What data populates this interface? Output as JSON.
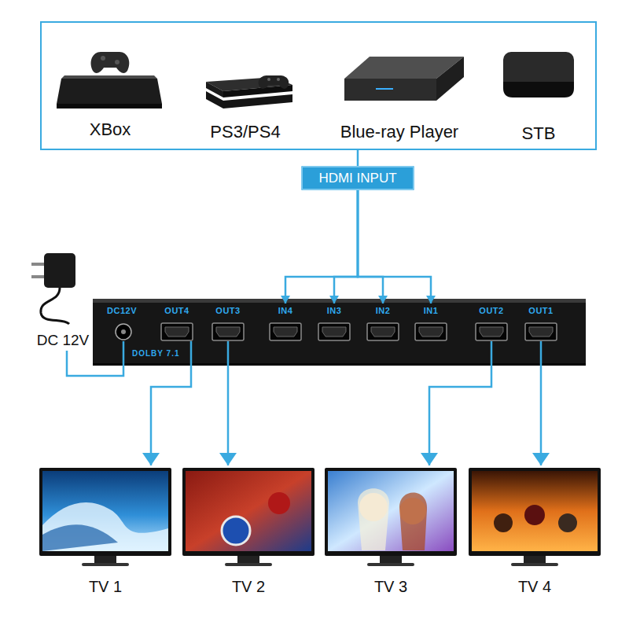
{
  "diagram": {
    "nodes": [
      {
        "text": [
          "HDMI INPUT"
        ]
      },
      {
        "text": [
          "DC 12V"
        ]
      },
      {
        "text": [
          "DOLBY 7.1"
        ]
      },
      {
        "text": [
          "DC12V"
        ],
        "in": 2
      },
      {
        "text": [
          "OUT4"
        ],
        "in": 2
      },
      {
        "text": [
          "OUT3"
        ],
        "in": 2
      },
      {
        "text": [
          "IN4"
        ],
        "in": 2
      },
      {
        "text": [
          "IN3"
        ],
        "in": 2
      },
      {
        "text": [
          "IN2"
        ],
        "in": 2
      },
      {
        "text": [
          "IN1"
        ],
        "in": 2
      },
      {
        "text": [
          "OUT2"
        ],
        "in": 2
      },
      {
        "text": [
          "OUT1"
        ],
        "in": 2
      },
      {
        "text": [
          "TV 1"
        ]
      },
      {
        "text": [
          "TV 2"
        ]
      },
      {
        "text": [
          "TV 3"
        ]
      },
      {
        "text": [
          "TV 4"
        ]
      }
    ],
    "edges": [
      {
        "from": 0,
        "to": 6,
        "arrow": "to"
      },
      {
        "from": 0,
        "to": 7,
        "arrow": "to"
      },
      {
        "from": 0,
        "to": 8,
        "arrow": "to"
      },
      {
        "from": 0,
        "to": 9,
        "arrow": "to"
      },
      {
        "from": 1,
        "to": 3,
        "arrow": "none"
      },
      {
        "from": 4,
        "to": 12,
        "arrow": "to"
      },
      {
        "from": 5,
        "to": 13,
        "arrow": "to"
      },
      {
        "from": 10,
        "to": 14,
        "arrow": "to"
      },
      {
        "from": 11,
        "to": 15,
        "arrow": "to"
      }
    ],
    "labels": [
      "XBox",
      "PS3/PS4",
      "Blue-ray Player",
      "STB"
    ]
  }
}
